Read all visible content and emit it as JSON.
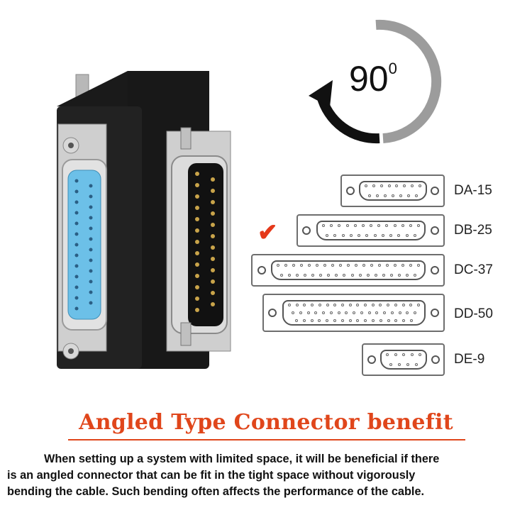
{
  "rotation": {
    "value": "90",
    "unit": "0"
  },
  "connectors": [
    {
      "label": "DA-15"
    },
    {
      "label": "DB-25",
      "selected": true
    },
    {
      "label": "DC-37"
    },
    {
      "label": "DD-50"
    },
    {
      "label": "DE-9"
    }
  ],
  "headline": "Angled Type Connector benefit",
  "body_lines": [
    "When setting up a system with limited space, it will be beneficial if there",
    "is an angled connector that can be fit in the tight space without vigorously",
    "bending the cable. Such bending often affects the performance of the cable."
  ],
  "colors": {
    "accent": "#e0461b",
    "check": "#e5391a",
    "blue_insert": "#6cc0e8"
  }
}
